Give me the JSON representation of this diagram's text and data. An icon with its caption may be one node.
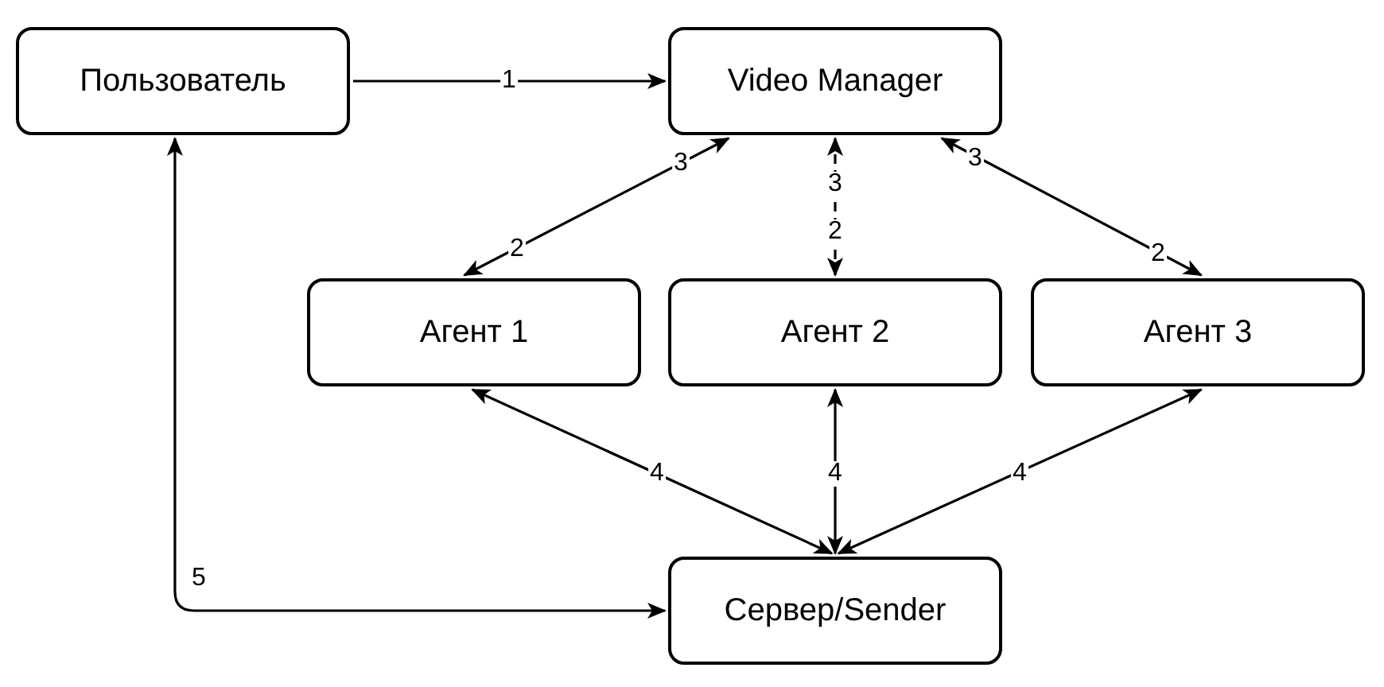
{
  "diagram": {
    "nodes": [
      {
        "text": [
          "Пользователь"
        ]
      },
      {
        "text": [
          "Video Manager"
        ]
      },
      {
        "text": [
          "Агент 1"
        ]
      },
      {
        "text": [
          "Агент 2"
        ]
      },
      {
        "text": [
          "Агент 3"
        ]
      },
      {
        "text": [
          "Сервер/Sender"
        ]
      }
    ],
    "edges": [
      {
        "from": 0,
        "to": 1,
        "arrow": "to",
        "label": "1"
      },
      {
        "from": 1,
        "to": 2,
        "arrow": "both",
        "label": "2"
      },
      {
        "from": 1,
        "to": 3,
        "arrow": "both",
        "label": "2",
        "style": "dashed"
      },
      {
        "from": 1,
        "to": 4,
        "arrow": "both",
        "label": "2"
      },
      {
        "from": 2,
        "to": 5,
        "arrow": "both",
        "label": "4"
      },
      {
        "from": 3,
        "to": 5,
        "arrow": "both",
        "label": "4"
      },
      {
        "from": 4,
        "to": 5,
        "arrow": "both",
        "label": "4"
      },
      {
        "from": 5,
        "to": 0,
        "arrow": "both",
        "label": "5"
      }
    ],
    "labels": [
      "3",
      "3",
      "3"
    ]
  }
}
